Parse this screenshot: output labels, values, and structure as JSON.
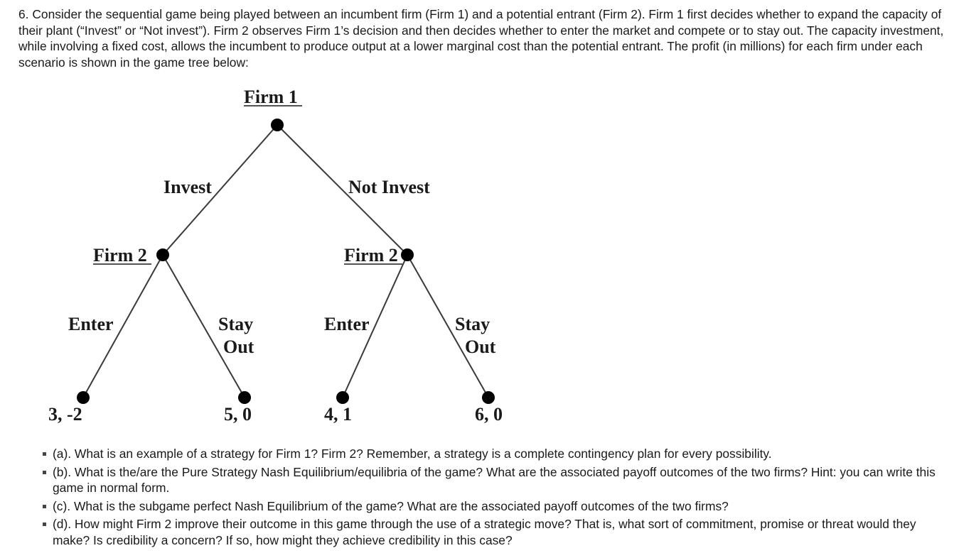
{
  "intro": "6. Consider the sequential game being played between an incumbent firm (Firm 1) and a potential entrant (Firm 2). Firm 1 first decides whether to expand the capacity of their plant (“Invest” or “Not invest”). Firm 2 observes Firm 1’s decision and then decides whether to enter the market and compete or to stay out. The capacity investment, while involving a fixed cost, allows the incumbent to produce output at a lower marginal cost than the potential entrant. The profit (in millions) for each firm under each scenario is shown in the game tree below:",
  "tree": {
    "root_player": "Firm 1",
    "branch_invest": "Invest",
    "branch_not_invest": "Not Invest",
    "left_player": "Firm 2",
    "right_player": "Firm 2",
    "left_enter": "Enter",
    "left_stay_1": "Stay",
    "left_stay_2": "Out",
    "right_enter": "Enter",
    "right_stay_1": "Stay",
    "right_stay_2": "Out",
    "payoff_1": "3, -2",
    "payoff_2": "5, 0",
    "payoff_3": "4, 1",
    "payoff_4": "6, 0"
  },
  "questions": [
    "(a). What is an example of a strategy for Firm 1? Firm 2? Remember, a strategy is a complete contingency plan for every possibility.",
    "(b). What is the/are the Pure Strategy Nash Equilibrium/equilibria of the game? What are the associated payoff outcomes of the two firms? Hint: you can write this game in normal form.",
    "(c). What is the subgame perfect Nash Equilibrium of the game? What are the associated payoff outcomes of the two firms?",
    "(d). How might Firm 2 improve their outcome in this game through the use of a strategic move? That is, what sort of commitment, promise or threat would they make? Is credibility a concern? If so, how might they achieve credibility in this case?"
  ]
}
